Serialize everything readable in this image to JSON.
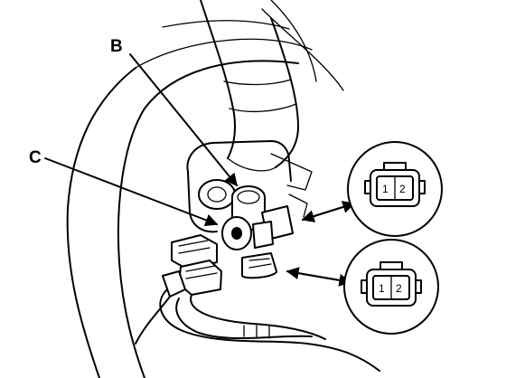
{
  "labels": {
    "b": "B",
    "c": "C"
  },
  "connectors": [
    {
      "pin1": "1",
      "pin2": "2"
    },
    {
      "pin1": "1",
      "pin2": "2"
    }
  ]
}
